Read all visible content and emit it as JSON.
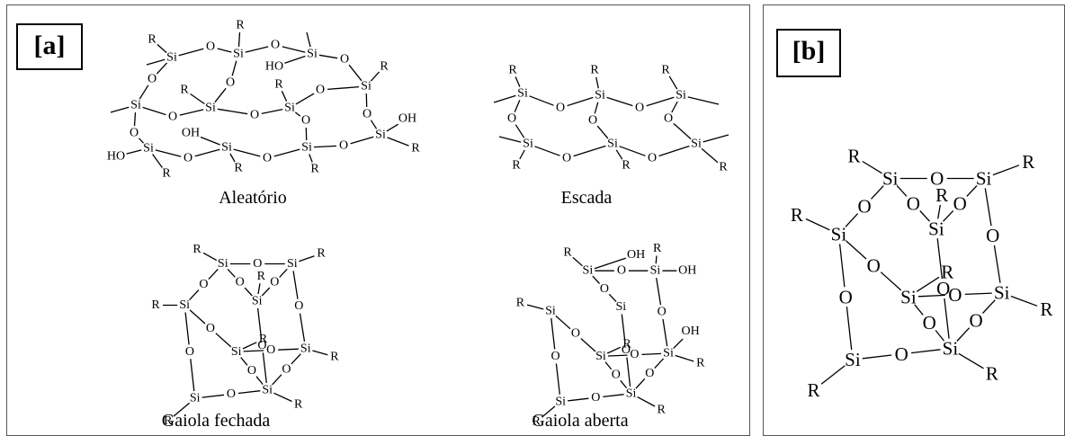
{
  "panel_a": {
    "tag": "[a]",
    "structures": [
      {
        "id": "aleatorio",
        "caption": "Aleatório"
      },
      {
        "id": "escada",
        "caption": "Escada"
      },
      {
        "id": "gaiola-fechada",
        "caption": "Gaiola fechada"
      },
      {
        "id": "gaiola-aberta",
        "caption": "Gaiola aberta"
      }
    ]
  },
  "panel_b": {
    "tag": "[b]"
  },
  "atoms": {
    "silicon": "Si",
    "oxygen": "O",
    "substituent": "R",
    "hydroxyl": "OH",
    "hydroxyl_left": "HO"
  }
}
